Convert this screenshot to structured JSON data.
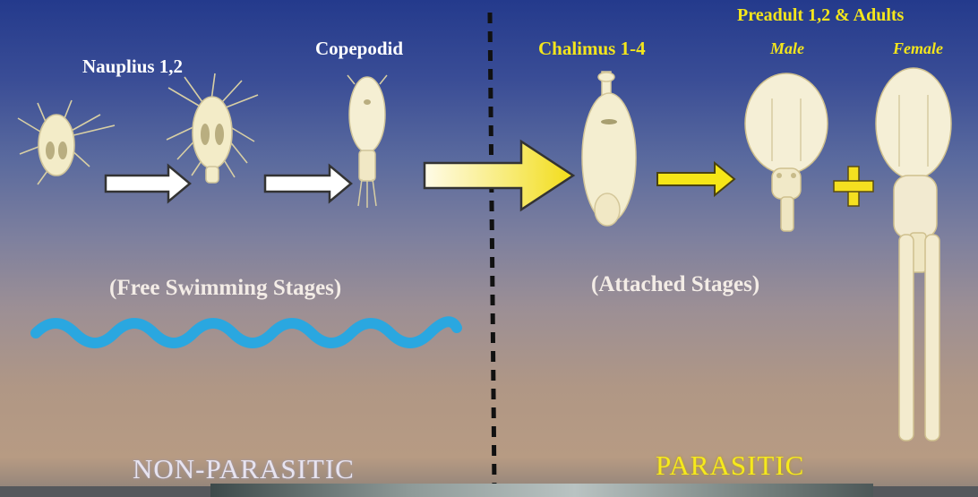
{
  "stages": {
    "nauplius": "Nauplius 1,2",
    "copepodid": "Copepodid",
    "chalimus": "Chalimus 1-4",
    "preadult": "Preadult 1,2 & Adults",
    "male": "Male",
    "female": "Female"
  },
  "captions": {
    "free": "(Free Swimming Stages)",
    "attached": "(Attached Stages)"
  },
  "sections": {
    "non_parasitic": "NON-PARASITIC",
    "parasitic": "PARASITIC"
  },
  "colors": {
    "sky_top": "#243a8c",
    "ground": "#b79b83",
    "yellow": "#f4e61c",
    "wave": "#2aa7e0",
    "organism": "#f4eed0"
  }
}
